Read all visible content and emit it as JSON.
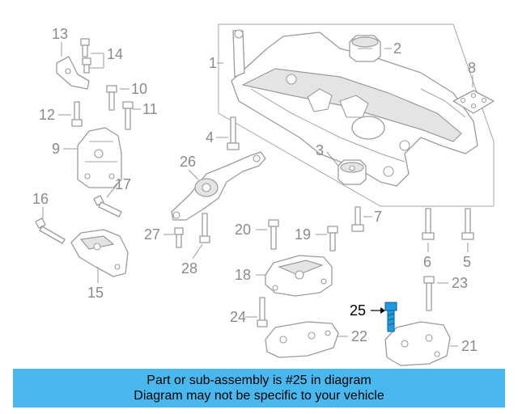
{
  "diagram": {
    "callouts": [
      "1",
      "2",
      "3",
      "4",
      "5",
      "6",
      "7",
      "8",
      "9",
      "10",
      "11",
      "12",
      "13",
      "14",
      "15",
      "16",
      "17",
      "18",
      "19",
      "20",
      "21",
      "22",
      "23",
      "24",
      "25",
      "26",
      "27",
      "28"
    ],
    "highlighted": "25",
    "colors": {
      "line": "#9b9b9b",
      "label": "#8a8a8a",
      "highlight_part": "#1e9be0",
      "banner": "#49b8ee"
    }
  },
  "banner": {
    "line1": "Part or sub-assembly is #25 in diagram",
    "line2": "Diagram may not be specific to your vehicle"
  }
}
